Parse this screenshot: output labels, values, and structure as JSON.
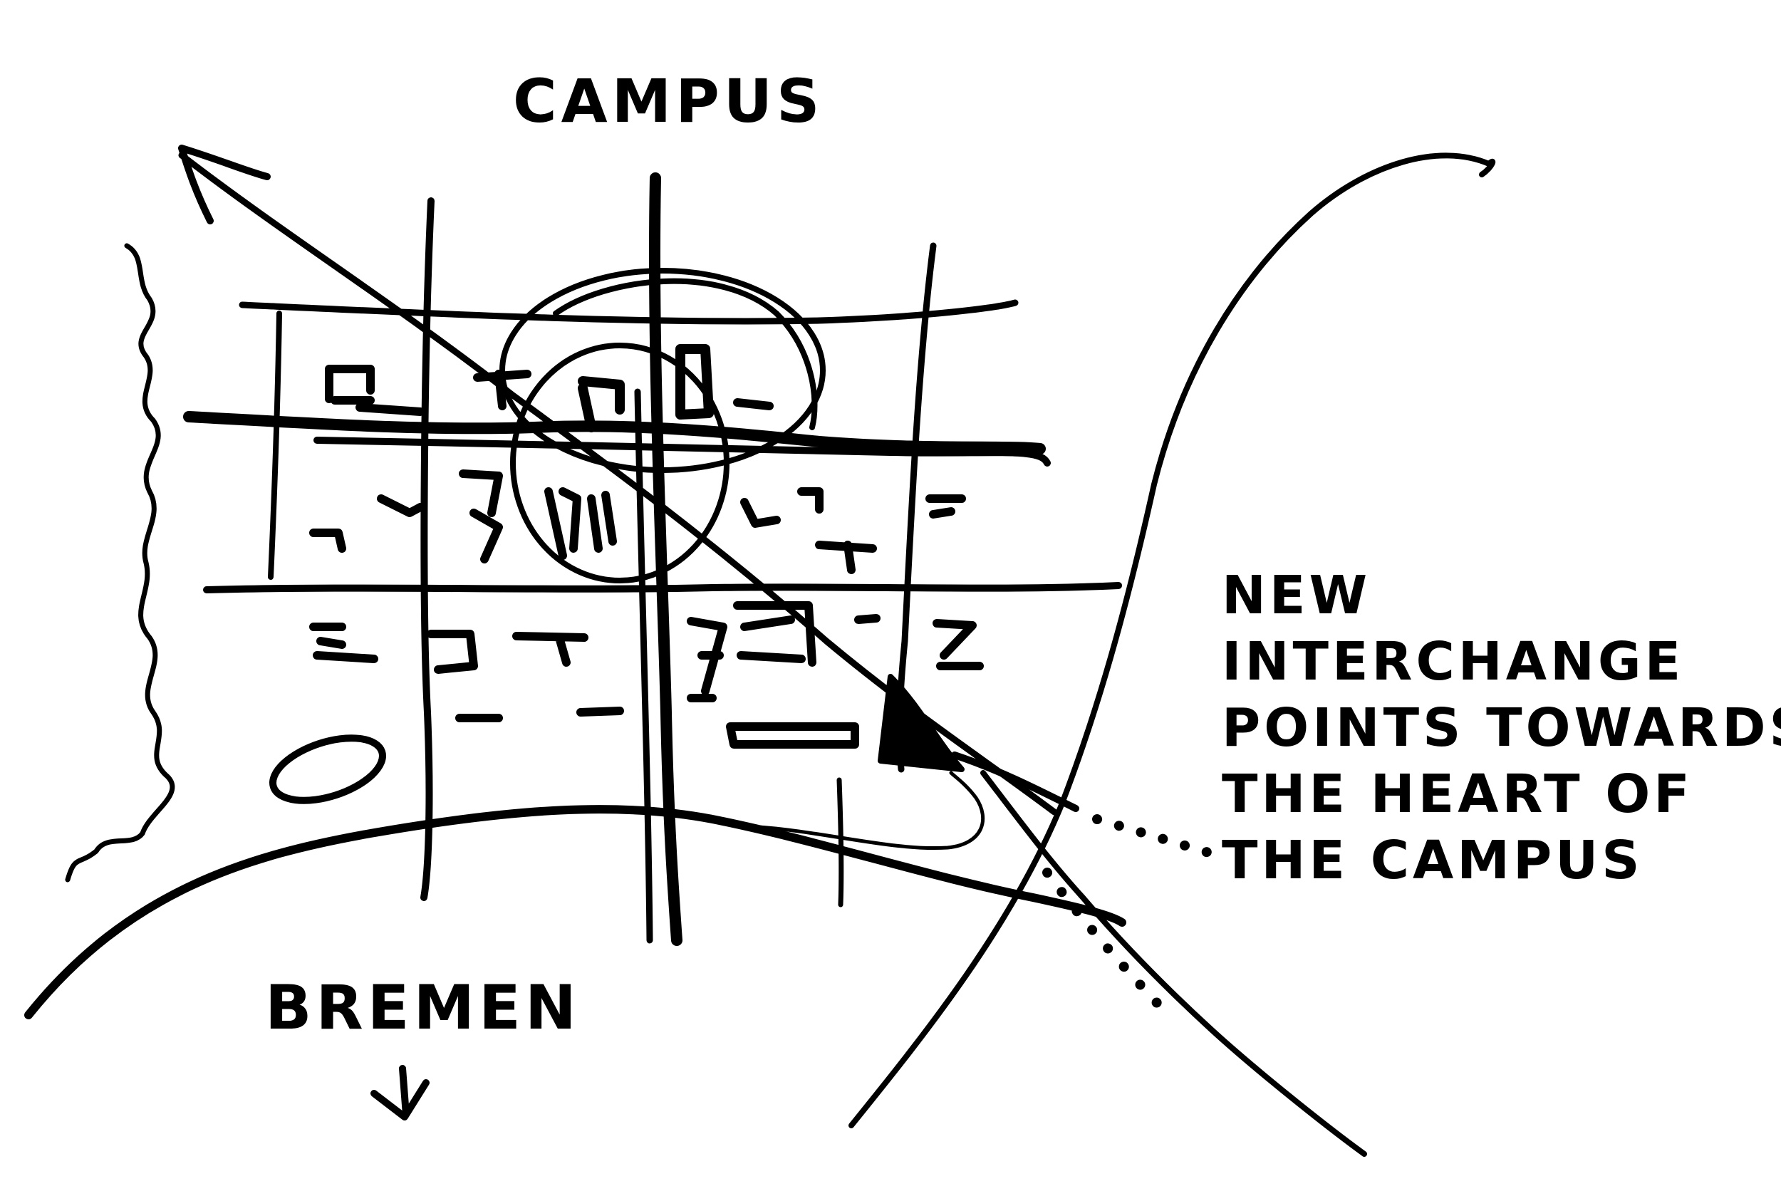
{
  "labels": {
    "campus": "CAMPUS",
    "bremen": "BREMEN",
    "bremen_arrow": "↓"
  },
  "note": {
    "lines": [
      "NEW",
      "INTERCHANGE",
      "POINTS TOWARDS",
      "THE HEART OF",
      "THE CAMPUS"
    ]
  },
  "colors": {
    "ink": "#000000",
    "paper": "#ffffff"
  }
}
